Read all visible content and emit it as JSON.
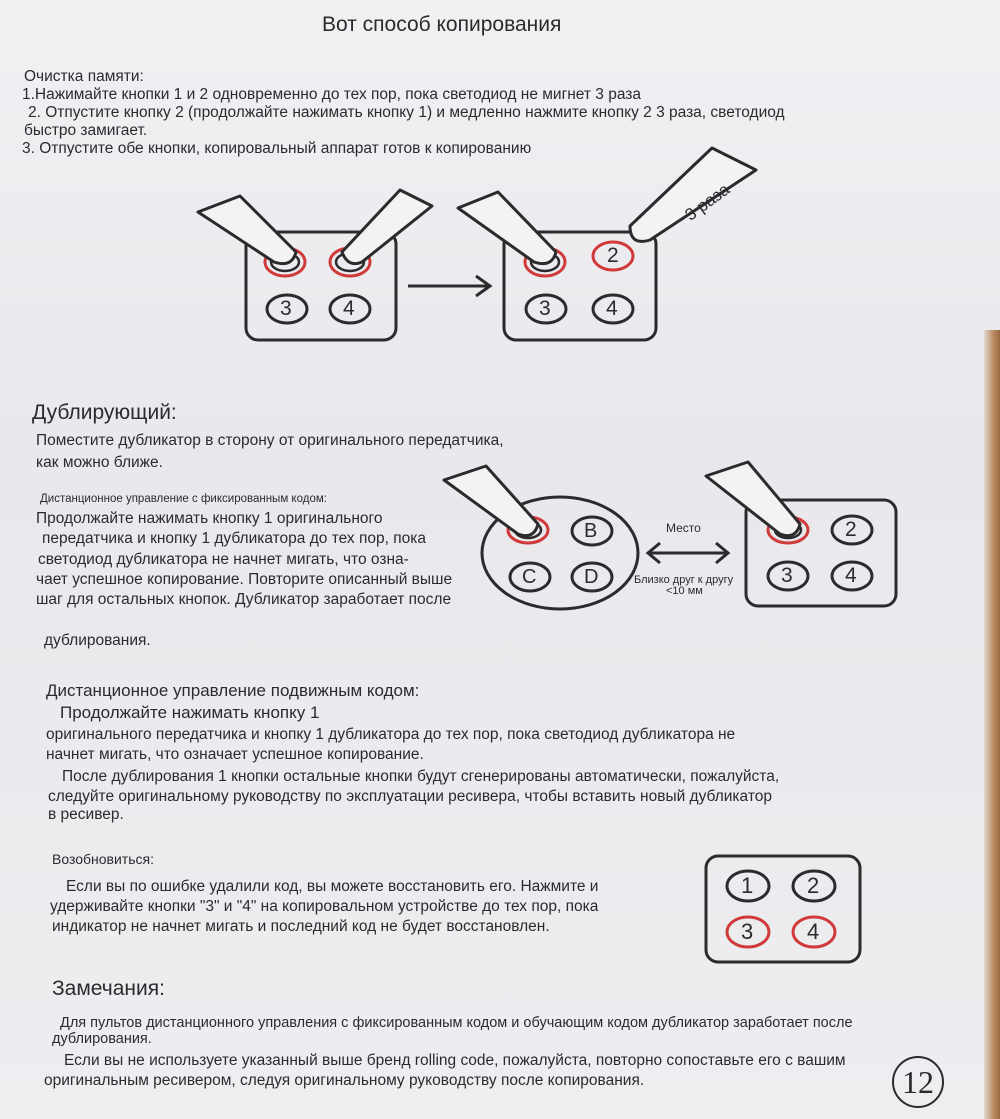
{
  "title": "Вот способ копирования",
  "clear": {
    "heading": "Очистка памяти:",
    "step1": "1.Нажимайте кнопки 1 и 2 одновременно до тех пор, пока светодиод не мигнет 3 раза",
    "step2_line1": "2. Отпустите кнопку 2 (продолжайте нажимать кнопку 1) и медленно нажмите кнопку 2 3 раза, светодиод",
    "step2_line2": "быстро замигает.",
    "step3": "3. Отпустите обе кнопки, копировальный аппарат готов к копированию"
  },
  "figure1": {
    "left_btn3": "3",
    "left_btn4": "4",
    "right_btn2": "2",
    "right_btn3": "3",
    "right_btn4": "4",
    "times_label": "3 раза"
  },
  "duplicate": {
    "heading": "Дублирующий:",
    "line1": "Поместите дубликатор в сторону от оригинального передатчика,",
    "line2": "как можно ближе.",
    "fixed_heading": "Дистанционное управление с фиксированным кодом:",
    "fixed_lines": [
      "Продолжайте нажимать кнопку 1 оригинального",
      "передатчика и кнопку 1 дубликатора до тех пор, пока",
      "светодиод дубликатора не начнет мигать, что озна-",
      "чает успешное копирование. Повторите описанный выше",
      "шаг для остальных кнопок. Дубликатор заработает после",
      "дублирования."
    ]
  },
  "figure2": {
    "btn_b": "B",
    "btn_c": "C",
    "btn_d": "D",
    "btn2": "2",
    "btn3": "3",
    "btn4": "4",
    "place_label": "Место",
    "close_label": "Близко друг к другу",
    "distance_label": "<10 мм"
  },
  "rolling": {
    "heading": "Дистанционное управление подвижным кодом:",
    "lines": [
      "Продолжайте нажимать кнопку 1",
      "оригинального передатчика и кнопку 1 дубликатора до тех пор, пока светодиод дубликатора не",
      "начнет мигать, что означает успешное копирование.",
      "После дублирования 1 кнопки остальные кнопки будут сгенерированы автоматически, пожалуйста,",
      "следуйте оригинальному руководству по эксплуатации ресивера, чтобы вставить новый дубликатор",
      "в ресивер."
    ]
  },
  "restore": {
    "heading": "Возобновиться:",
    "lines": [
      "Если вы по ошибке удалили код, вы можете восстановить его. Нажмите и",
      "удерживайте кнопки \"3\" и \"4\" на копировальном устройстве до тех пор, пока",
      "индикатор не начнет мигать и последний код не будет восстановлен."
    ],
    "keys": [
      "1",
      "2",
      "3",
      "4"
    ]
  },
  "notes": {
    "heading": "Замечания:",
    "lines": [
      "Для пультов дистанционного управления с фиксированным кодом и обучающим кодом дубликатор заработает после",
      "дублирования.",
      "Если вы не используете указанный выше бренд rolling code, пожалуйста, повторно сопоставьте его с вашим",
      "оригинальным ресивером, следуя оригинальному руководству после копирования."
    ]
  },
  "page_number": "12",
  "colors": {
    "ink": "#2b2b2e",
    "highlight_red": "#d03a3a",
    "paper": "#eeedf0"
  }
}
